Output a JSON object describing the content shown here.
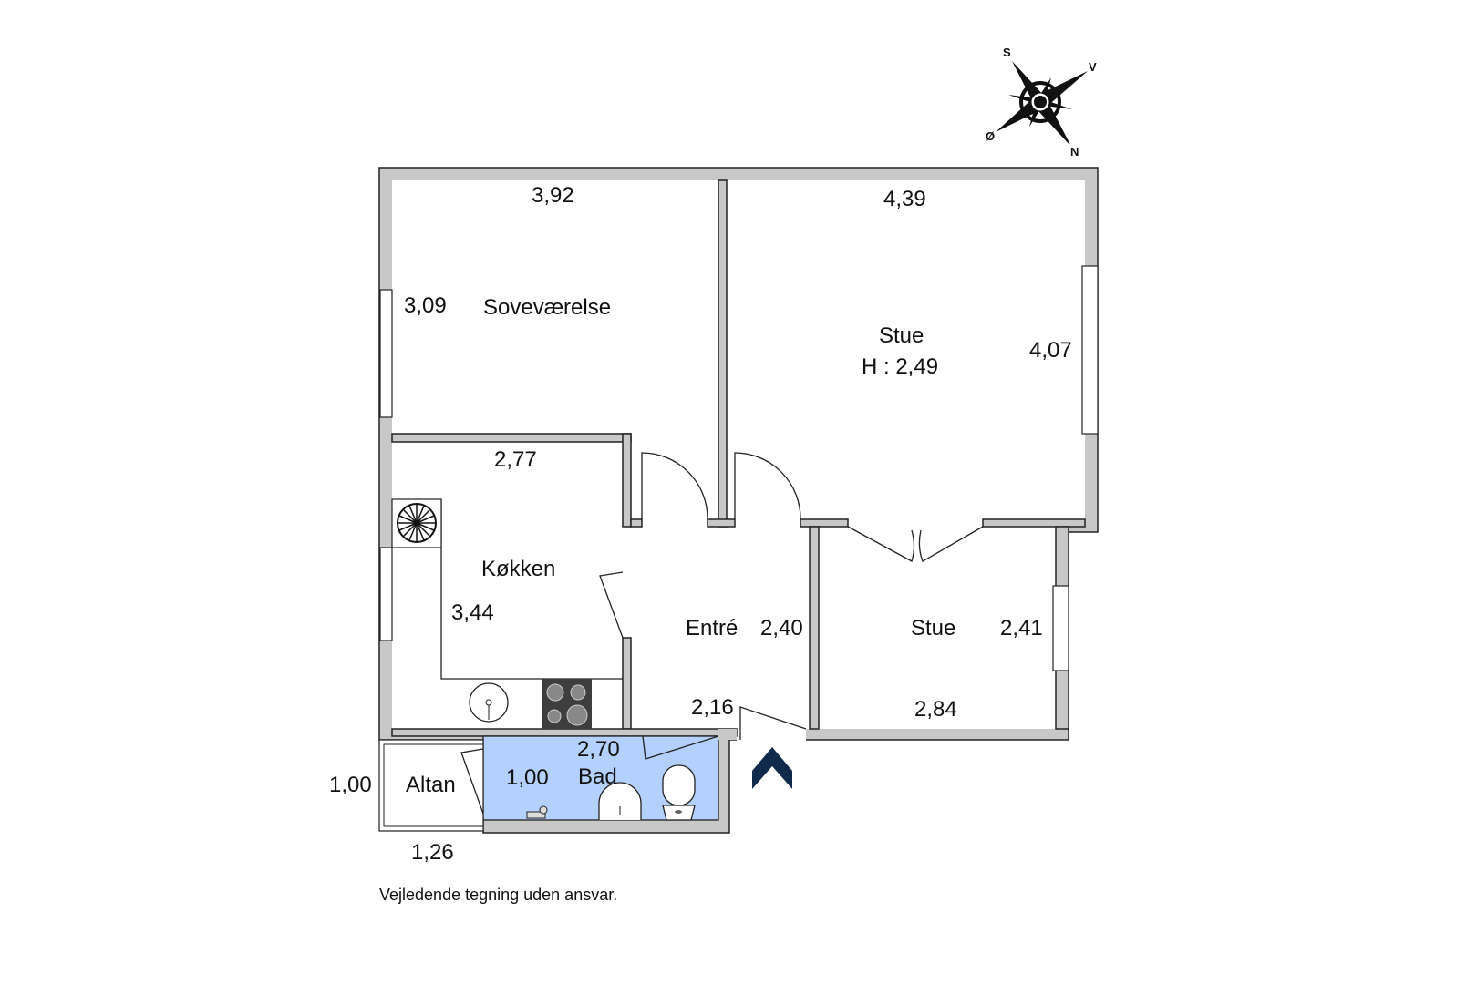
{
  "compass": {
    "north": "N",
    "south": "S",
    "east": "Ø",
    "west": "V"
  },
  "rooms": {
    "bedroom": {
      "name": "Soveværelse",
      "width": "3,92",
      "depth": "3,09"
    },
    "living_large": {
      "name": "Stue",
      "height_label": "H : 2,49",
      "width": "4,39",
      "depth": "4,07"
    },
    "kitchen": {
      "name": "Køkken",
      "width": "2,77",
      "depth": "3,44"
    },
    "hall": {
      "name": "Entré",
      "depth": "2,40",
      "width": "2,16"
    },
    "living_small": {
      "name": "Stue",
      "depth": "2,41",
      "width": "2,84"
    },
    "bath": {
      "name": "Bad",
      "width": "2,70",
      "depth": "1,00"
    },
    "balcony": {
      "name": "Altan",
      "depth": "1,00",
      "width": "1,26"
    }
  },
  "colors": {
    "wall": "#c8c8c8",
    "bath": "#b4d0fc",
    "entrance_arrow": "#0f2a4a"
  },
  "footer": "Vejledende tegning uden ansvar."
}
